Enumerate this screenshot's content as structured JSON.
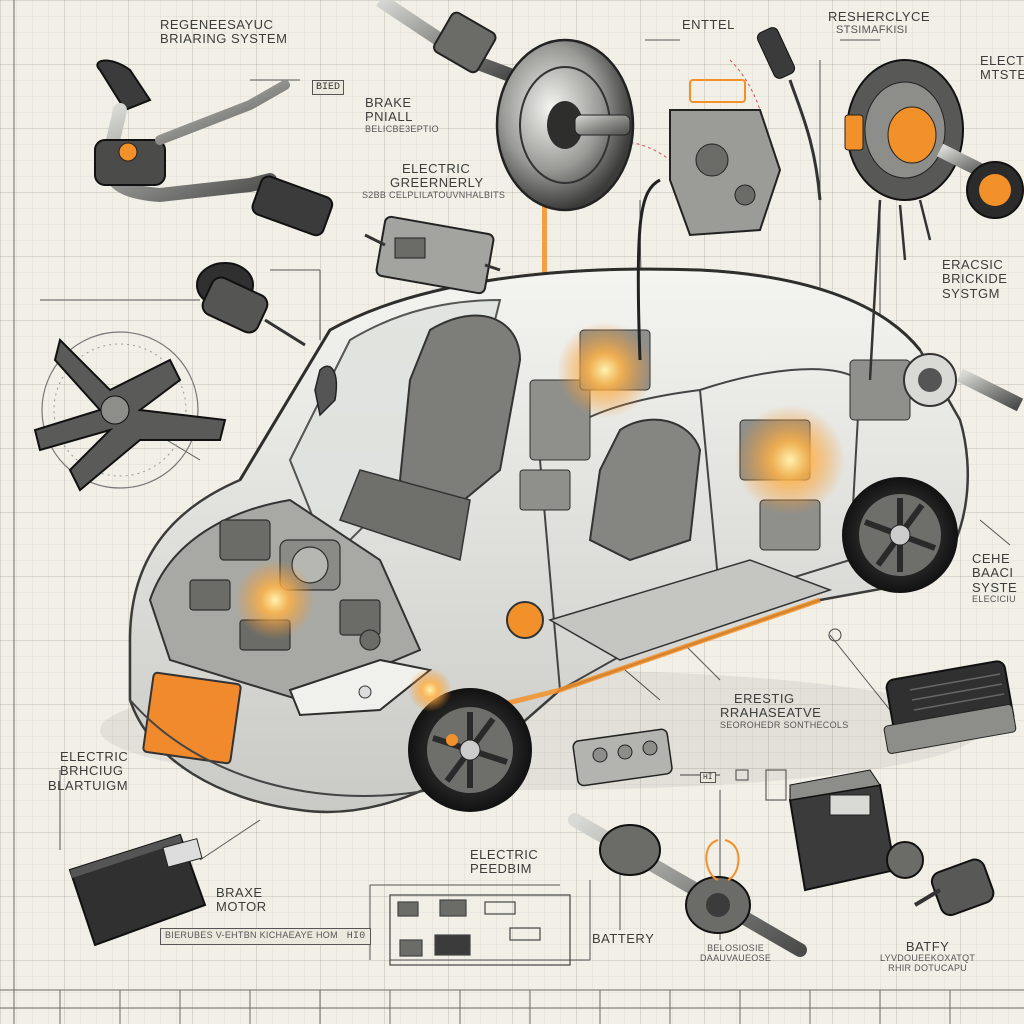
{
  "labels": {
    "regen_braking": {
      "line1": "REGENEESAYUC",
      "line2": "BRIARING SYSTEM"
    },
    "brake_pedal": {
      "line1": "BRAKE",
      "line2": "PNIALL",
      "sub": "BELICBE3EPTIO"
    },
    "electric_green": {
      "line1": "ELECTRIC",
      "line2": "GREERNERLY",
      "sub": "S2BB CELPLILATOUVNHALBITS"
    },
    "entel": "ENTTEL",
    "resherclyce": {
      "line1": "RESHERCLYCE",
      "line2": "STSIMAFKISI"
    },
    "elect_motor": {
      "line1": "ELECT",
      "line2": "MTSTE"
    },
    "eracsic": {
      "line1": "ERACSIC",
      "line2": "BRICKIDE",
      "line3": "SYSTGM"
    },
    "cehe": {
      "line1": "CEHE",
      "line2": "BAACI",
      "line3": "SYSTE",
      "line4": "ELECICIU"
    },
    "erestig": {
      "line1": "ERESTIG",
      "line2": "RRAHASEATVE",
      "sub": "SEOROHEDR SONTHECOLS"
    },
    "electric_braking": {
      "line1": "ELECTRIC",
      "line2": "BRHCIUG",
      "line3": "BLARTUIGM"
    },
    "electric_peedbim": {
      "line1": "ELECTRIC",
      "line2": "PEEDBIM"
    },
    "brake_motor": {
      "line1": "BRAXE",
      "line2": "MOTOR",
      "sub": "BIERUBES V-EHTBN KICHAEAYE HOM",
      "code": "HI0"
    },
    "battery": "BATTERY",
    "belo": {
      "line1": "BELOSIOSIE",
      "line2": "DAAUVAUEOSE"
    },
    "batfy": {
      "line1": "BATFY",
      "line2": "LYVDOUEEKOXATQT",
      "line3": "RHIR DOTUCAPU"
    }
  },
  "stamps": {
    "bied": "BIED",
    "hi": "HI"
  },
  "colors": {
    "paper": "#f1efe6",
    "grid": "#b9b7ae",
    "ink": "#3c3c3a",
    "accent_orange": "#f2902a",
    "glow": "#ffb347",
    "metal": "#8d8e8a",
    "dark_metal": "#3a3b3a"
  }
}
